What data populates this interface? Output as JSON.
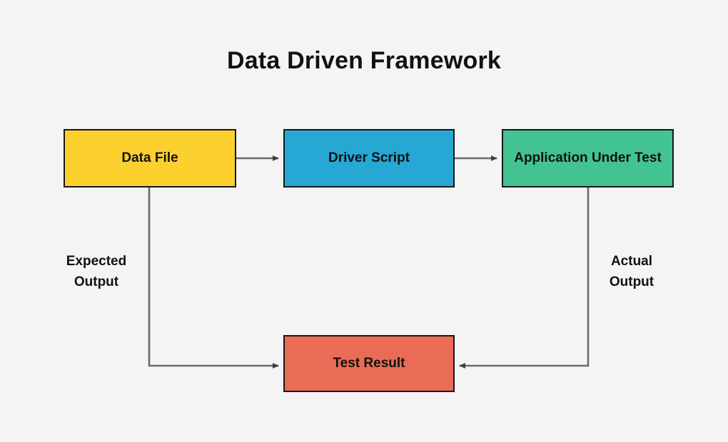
{
  "diagram": {
    "title": "Data Driven Framework",
    "background_color": "#f4f4f4",
    "connector_color": "#6b6b6b",
    "border_color": "#16161a",
    "type": "flowchart",
    "nodes": [
      {
        "id": "data-file",
        "label": "Data File",
        "color": "#fbd02f"
      },
      {
        "id": "driver",
        "label": "Driver Script",
        "color": "#27a8d4"
      },
      {
        "id": "aut",
        "label": "Application Under Test",
        "color": "#43c391"
      },
      {
        "id": "test-result",
        "label": "Test Result",
        "color": "#ea6b56"
      }
    ],
    "edges": [
      {
        "from": "data-file",
        "to": "driver",
        "label": ""
      },
      {
        "from": "driver",
        "to": "aut",
        "label": ""
      },
      {
        "from": "data-file",
        "to": "test-result",
        "label": "Expected Output"
      },
      {
        "from": "aut",
        "to": "test-result",
        "label": "Actual Output"
      }
    ],
    "labels": {
      "expected_output": "Expected\nOutput",
      "expected_output_line1": "Expected",
      "expected_output_line2": "Output",
      "actual_output_line1": "Actual",
      "actual_output_line2": "Output"
    }
  }
}
